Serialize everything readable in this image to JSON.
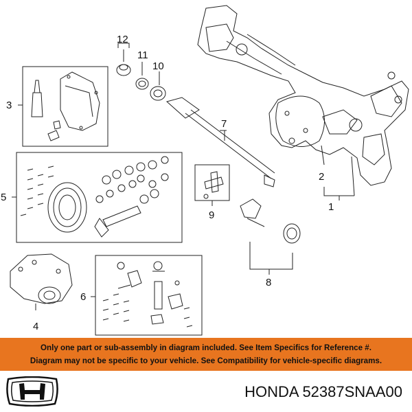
{
  "callouts": {
    "n1": "1",
    "n2": "2",
    "n3": "3",
    "n4": "4",
    "n5": "5",
    "n6": "6",
    "n7": "7",
    "n8": "8",
    "n9": "9",
    "n10": "10",
    "n11": "11",
    "n12": "12"
  },
  "banner": {
    "line1": "Only one part or sub-assembly in diagram included. See Item Specifics for Reference #.",
    "line2": "Diagram may not be specific to your vehicle. See Compatibility for vehicle-specific diagrams."
  },
  "footer": {
    "brand": "HONDA",
    "part_number": "52387SNAA00",
    "logo_icon": "honda-h-logo-icon"
  },
  "colors": {
    "banner_bg": "#e8751f",
    "line": "#222222"
  }
}
